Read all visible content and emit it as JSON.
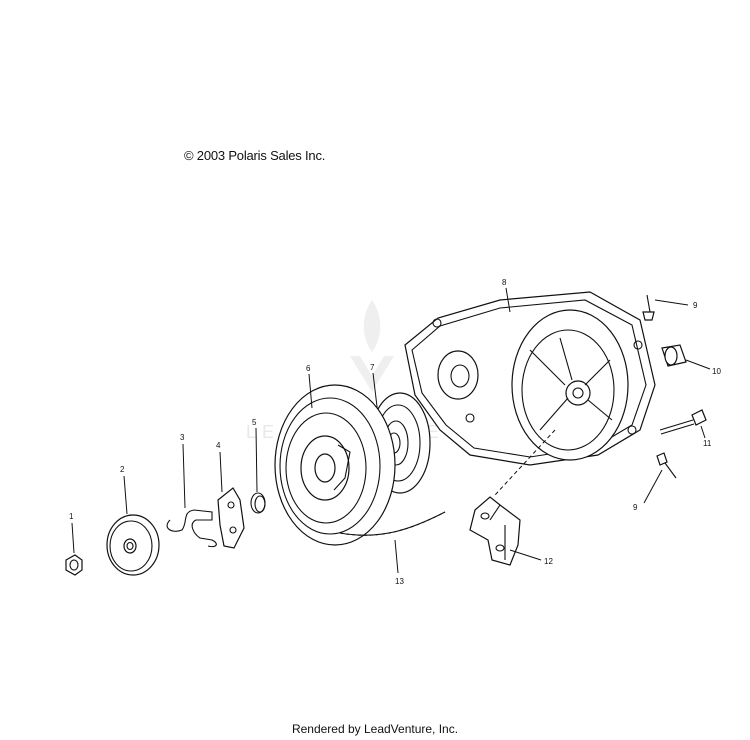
{
  "copyright": "© 2003 Polaris Sales Inc.",
  "footer": "Rendered by LeadVenture, Inc.",
  "watermark": "LEADVENTURE",
  "callouts": {
    "c1": "1",
    "c2": "2",
    "c3": "3",
    "c4": "4",
    "c5": "5",
    "c6": "6",
    "c7": "7",
    "c8": "8",
    "c9a": "9",
    "c9b": "9",
    "c10": "10",
    "c11": "11",
    "c12": "12",
    "c13": "13"
  }
}
